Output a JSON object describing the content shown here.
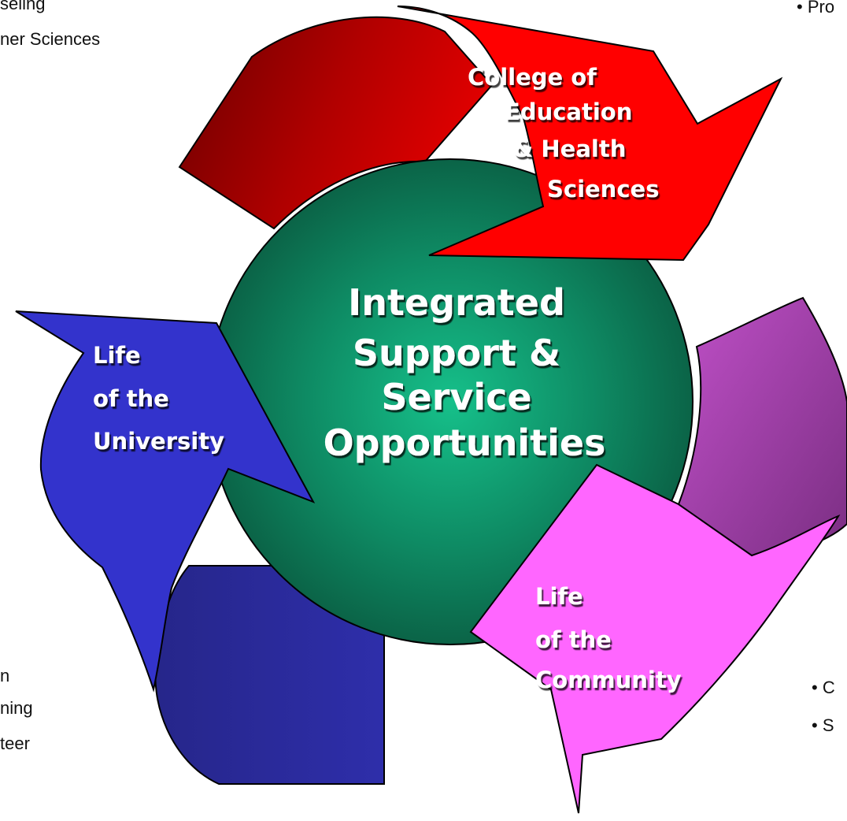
{
  "hub": {
    "lines": [
      "Integrated",
      "Support &",
      "Service",
      "Opportunities"
    ]
  },
  "arrows": {
    "college": {
      "lines": [
        "College of",
        "Education",
        "& Health",
        "Sciences"
      ],
      "color": "#ff0000",
      "tail_color": "#9a0000"
    },
    "university": {
      "lines": [
        "Life",
        "of the",
        "University"
      ],
      "color": "#3333cc",
      "tail_color": "#2b2b99"
    },
    "community": {
      "lines": [
        "Life",
        "of the",
        "Community"
      ],
      "color": "#ff66ff",
      "tail_color": "#a040a8"
    }
  },
  "edge_fragments": {
    "top_left": [
      "seling",
      "ner Sciences"
    ],
    "top_right": [
      "• Pro"
    ],
    "bottom_left": [
      "n",
      "ning",
      "teer"
    ],
    "bottom_right": [
      "• C",
      "• S"
    ]
  },
  "colors": {
    "hub_light": "#16c08a",
    "hub_dark": "#0a5a40",
    "outline": "#000000",
    "label_text": "#ffffff"
  }
}
